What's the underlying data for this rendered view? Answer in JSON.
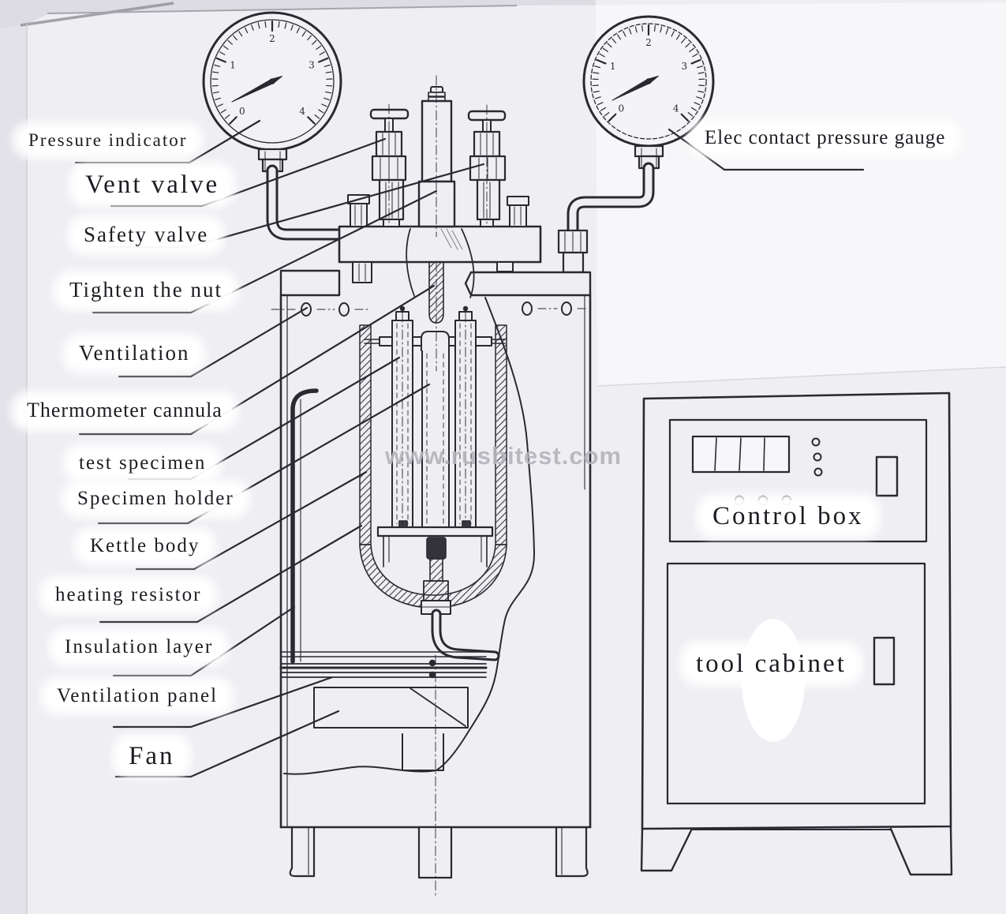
{
  "labels": {
    "pressure_indicator": "Pressure indicator",
    "vent_valve": "Vent valve",
    "safety_valve": "Safety valve",
    "tighten_the_nut": "Tighten the nut",
    "ventilation": "Ventilation",
    "thermometer_cannula": "Thermometer cannula",
    "test_specimen": "test specimen",
    "specimen_holder": "Specimen holder",
    "kettle_body": "Kettle body",
    "heating_resistor": "heating resistor",
    "insulation_layer": "Insulation layer",
    "ventilation_panel": "Ventilation panel",
    "fan": "Fan",
    "elec_contact_pressure_gauge": "Elec contact pressure gauge",
    "control_box": "Control box",
    "tool_cabinet": "tool cabinet"
  },
  "watermark": "www.rusbitest.com",
  "gauges": {
    "left_dial_numbers": [
      "0",
      "1",
      "2",
      "3",
      "4"
    ],
    "right_dial_numbers": [
      "0",
      "1",
      "2",
      "3",
      "4"
    ]
  },
  "colors": {
    "ink": "#2b2930",
    "paper": "#efeef3",
    "watermark": "#b5b4ba",
    "label_background": "#ffffff"
  }
}
